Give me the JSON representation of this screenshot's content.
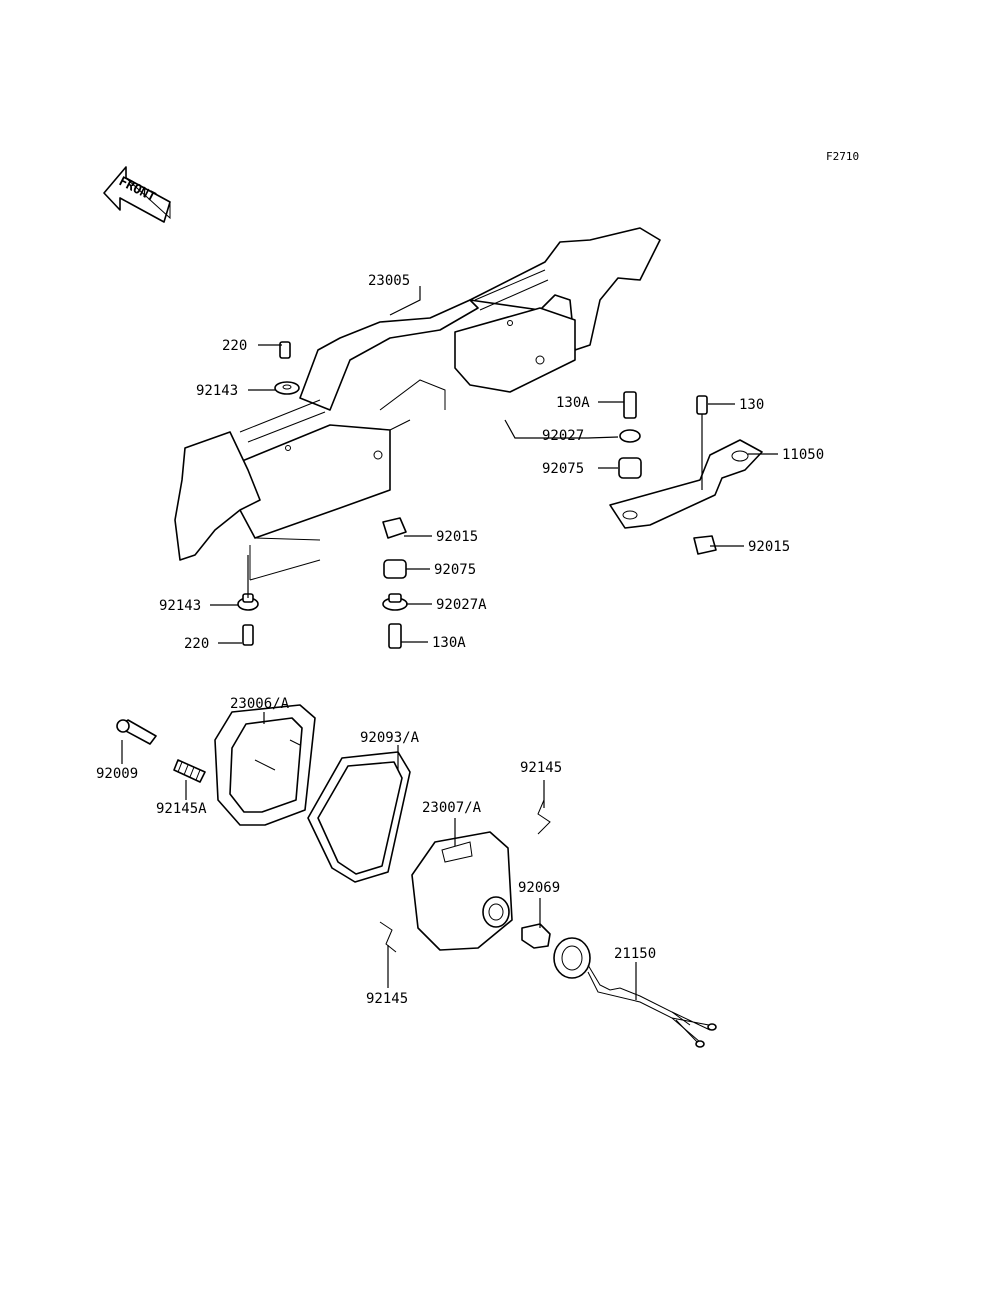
{
  "figure_code": "F2710",
  "front_label": "FRONT",
  "parts": {
    "p23005": "23005",
    "p220_top": "220",
    "p92143_top": "92143",
    "p130A_top": "130A",
    "p130": "130",
    "p11050": "11050",
    "p92027": "92027",
    "p92075_right": "92075",
    "p92015_mid": "92015",
    "p92015_right": "92015",
    "p92075_mid": "92075",
    "p92027A": "92027A",
    "p92143_bot": "92143",
    "p130A_bot": "130A",
    "p220_bot": "220",
    "p23006A": "23006/A",
    "p92093A": "92093/A",
    "p92009": "92009",
    "p92145A": "92145A",
    "p92145_top": "92145",
    "p23007A": "23007/A",
    "p92069": "92069",
    "p21150": "21150",
    "p92145_bot": "92145"
  }
}
